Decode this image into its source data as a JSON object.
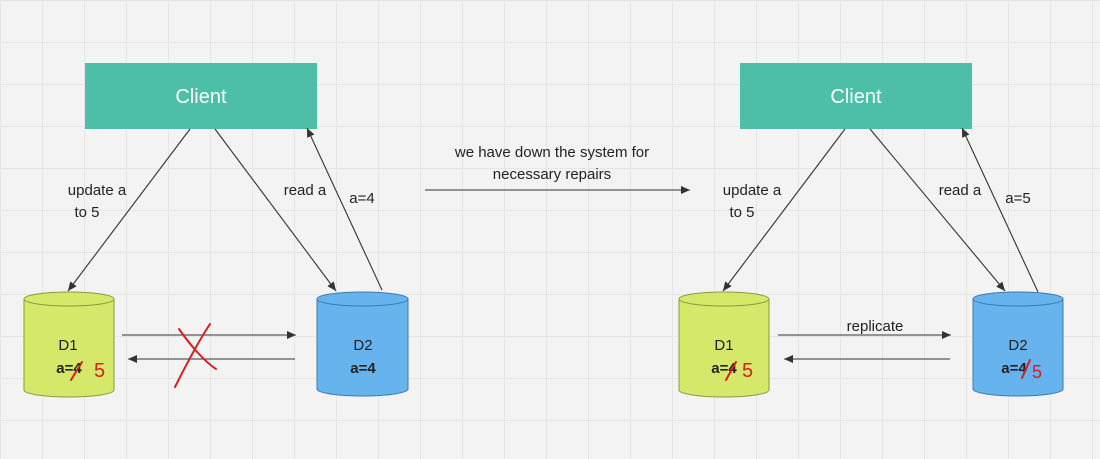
{
  "colors": {
    "client": "#4dbfa8",
    "d1": "#d6e86a",
    "d2": "#67b3ee",
    "edit": "#d42020"
  },
  "middle": {
    "line1": "we have down the system for",
    "line2": "necessary repairs"
  },
  "left": {
    "client": "Client",
    "update1": "update a",
    "update2": "to 5",
    "read": "read a",
    "response": "a=4",
    "d1": {
      "name": "D1",
      "value": "a=4",
      "edit": "5"
    },
    "d2": {
      "name": "D2",
      "value": "a=4"
    }
  },
  "right": {
    "client": "Client",
    "update1": "update a",
    "update2": "to 5",
    "read": "read a",
    "response": "a=5",
    "replicate": "replicate",
    "d1": {
      "name": "D1",
      "value": "a=4",
      "edit": "5"
    },
    "d2": {
      "name": "D2",
      "value": "a=4",
      "edit": "5"
    }
  }
}
